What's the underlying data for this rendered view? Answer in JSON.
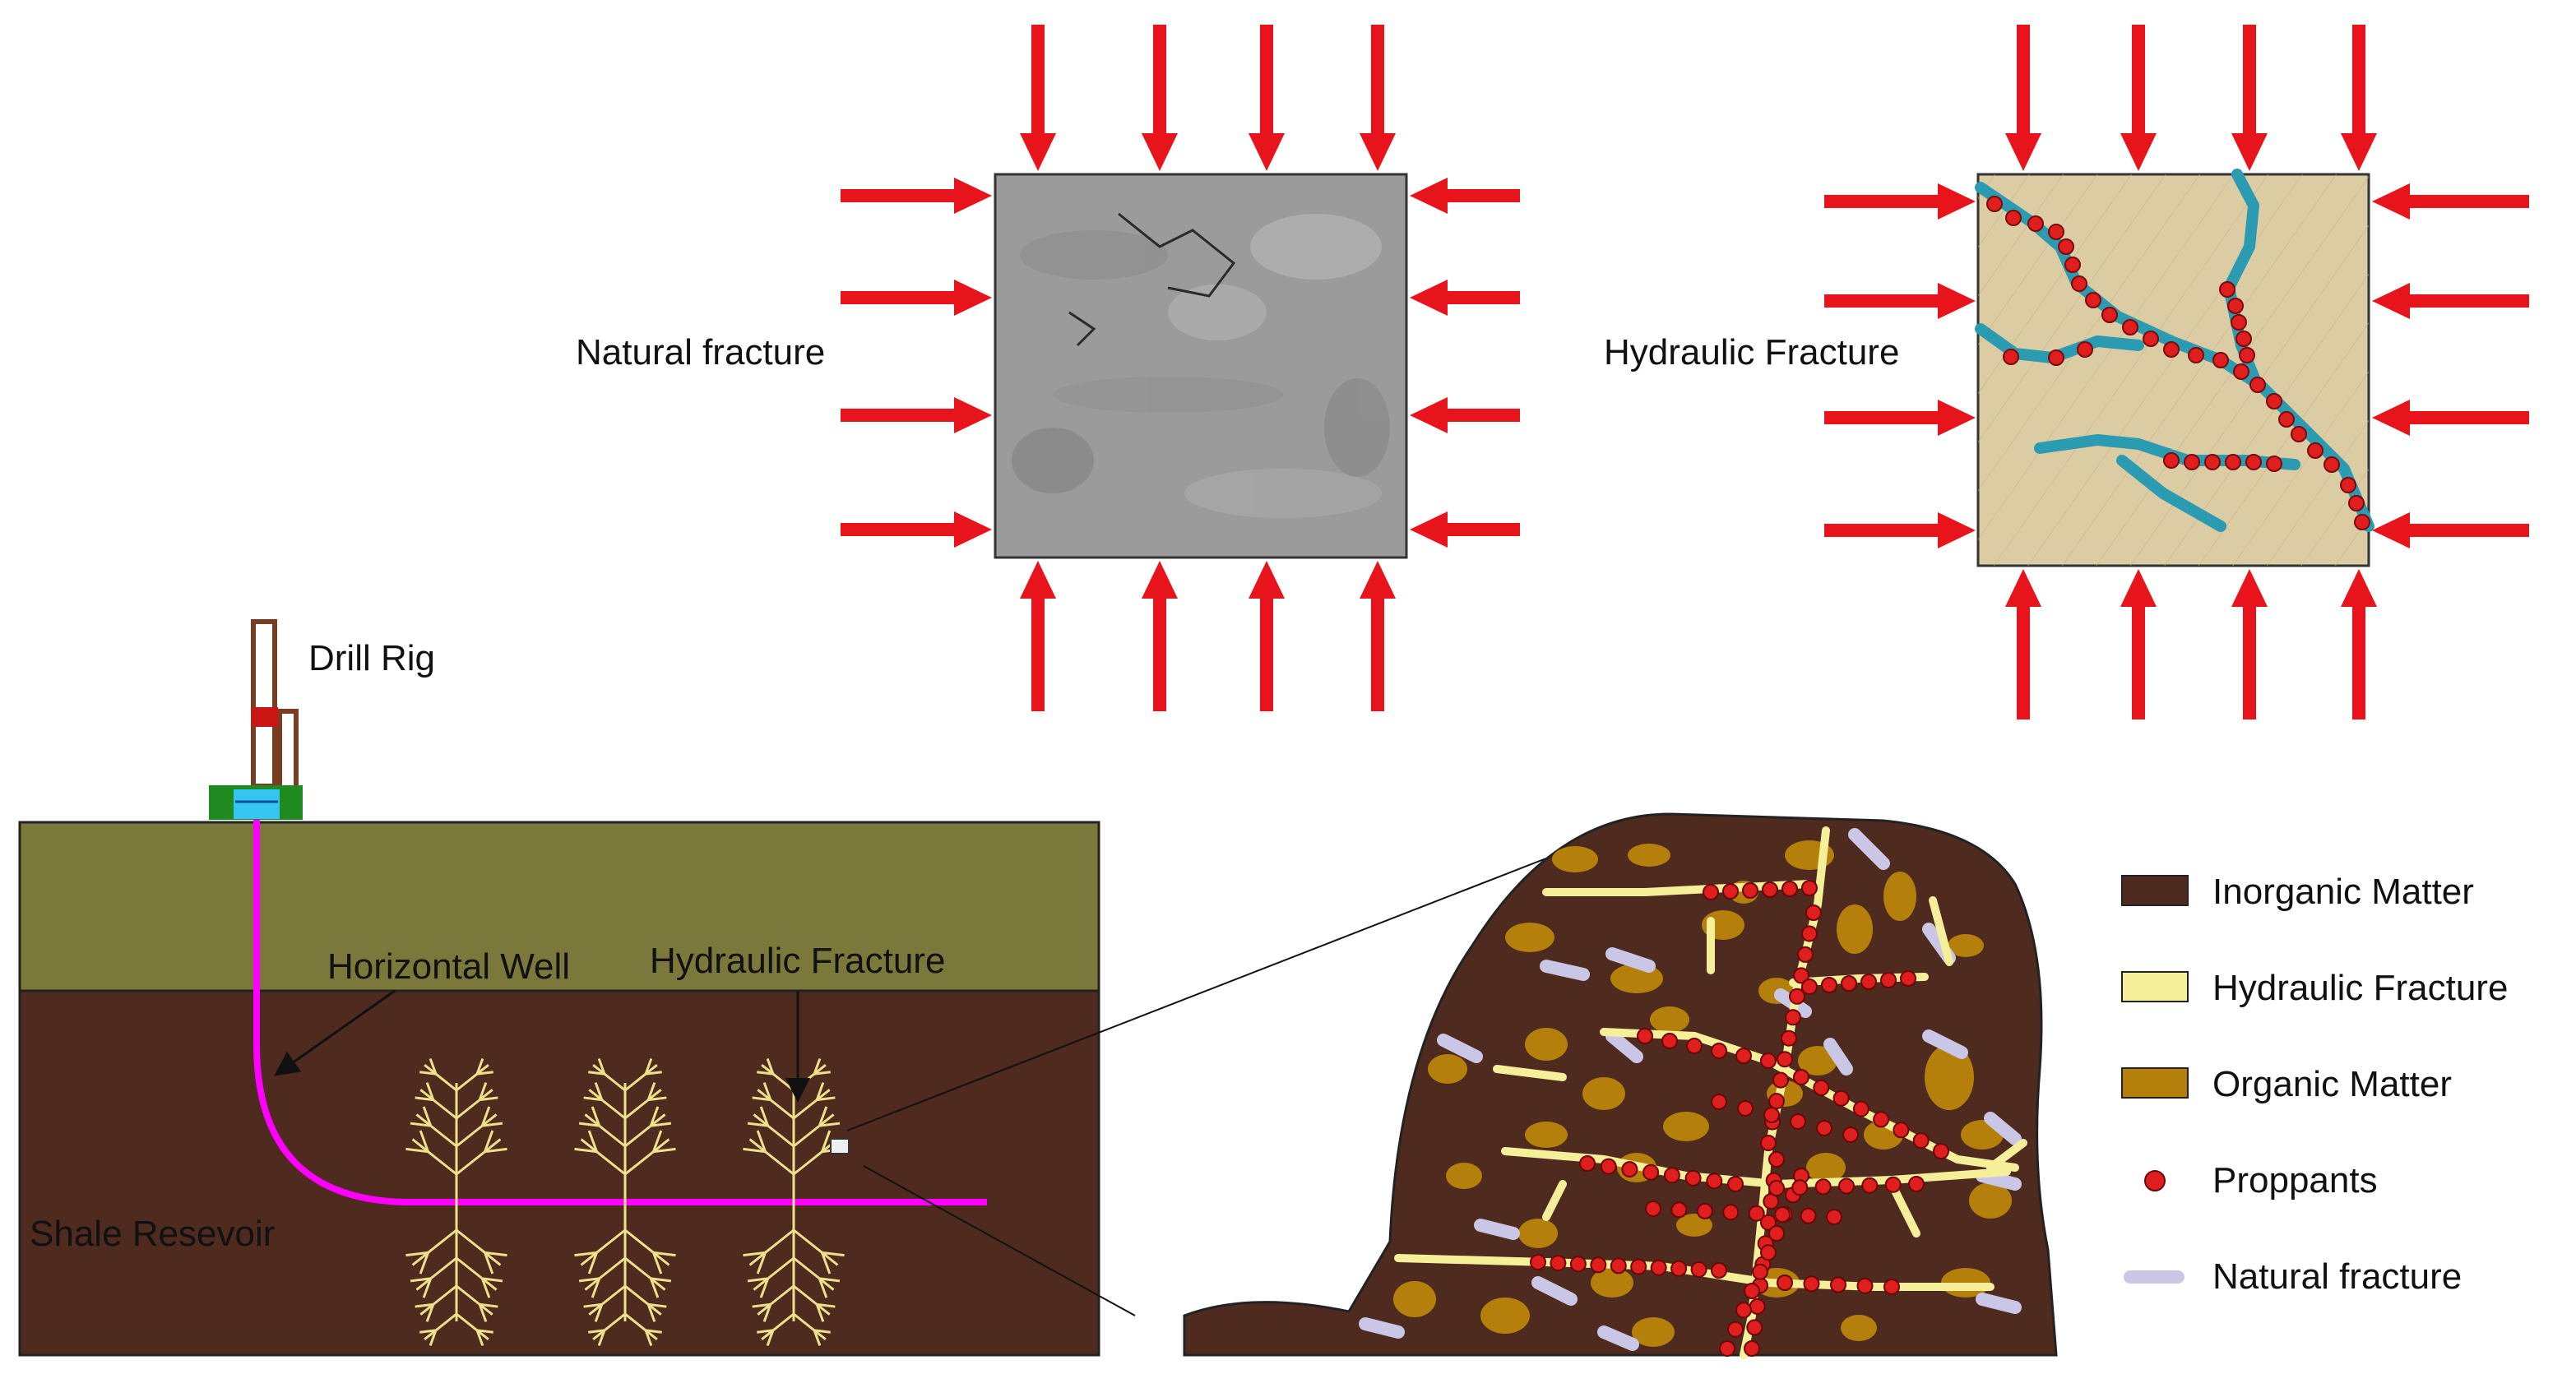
{
  "labels": {
    "natural_fracture_sample": "Natural fracture",
    "hydraulic_fracture_sample": "Hydraulic Fracture",
    "drill_rig": "Drill Rig",
    "horizontal_well": "Horizontal Well",
    "hydraulic_fracture_section": "Hydraulic Fracture",
    "shale_reservoir": "Shale Resevoir"
  },
  "legend": [
    {
      "label": "Inorganic Matter",
      "color": "#4e2a1f",
      "symbol": "rect"
    },
    {
      "label": "Hydraulic Fracture",
      "color": "#f6ef9a",
      "symbol": "rect"
    },
    {
      "label": "Organic Matter",
      "color": "#b57f0c",
      "symbol": "rect"
    },
    {
      "label": "Proppants",
      "color": "#e01e1e",
      "symbol": "dot"
    },
    {
      "label": "Natural fracture",
      "color": "#c9c6e6",
      "symbol": "dash"
    }
  ],
  "colors": {
    "stress_arrow": "#e8141c",
    "overburden": "#7a783a",
    "reservoir": "#4e2a1f",
    "well": "#ff00ff",
    "fracture_tree": "#efe08a",
    "gray_core": "#9a9a9a",
    "tan_core": "#dccca4",
    "fracture_channel": "#2a9bb0"
  },
  "icons": [
    "drill-rig-icon",
    "wellhead-icon"
  ]
}
